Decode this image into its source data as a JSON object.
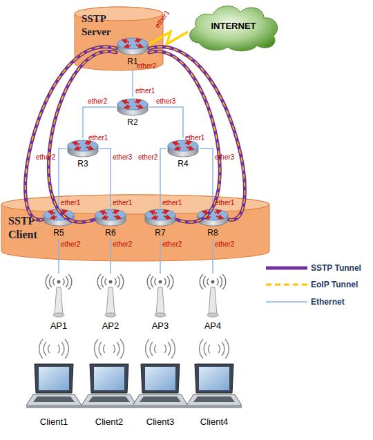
{
  "diagram": {
    "nodes": [
      {
        "text": [
          "SSTP Server"
        ]
      },
      {
        "text": [
          "R1"
        ],
        "in": 0
      },
      {
        "text": [
          "INTERNET"
        ]
      },
      {
        "text": [
          "R2"
        ]
      },
      {
        "text": [
          "R3"
        ]
      },
      {
        "text": [
          "R4"
        ]
      },
      {
        "text": [
          "SSTP Client"
        ]
      },
      {
        "text": [
          "R5"
        ],
        "in": 6
      },
      {
        "text": [
          "R6"
        ],
        "in": 6
      },
      {
        "text": [
          "R7"
        ],
        "in": 6
      },
      {
        "text": [
          "R8"
        ],
        "in": 6
      },
      {
        "text": [
          "AP1"
        ]
      },
      {
        "text": [
          "AP2"
        ]
      },
      {
        "text": [
          "AP3"
        ]
      },
      {
        "text": [
          "AP4"
        ]
      },
      {
        "text": [
          "Client1"
        ]
      },
      {
        "text": [
          "Client2"
        ]
      },
      {
        "text": [
          "Client3"
        ]
      },
      {
        "text": [
          "Client4"
        ]
      }
    ],
    "edges": [
      {
        "from": 1,
        "to": 2,
        "arrow": "none"
      },
      {
        "from": 1,
        "to": 3,
        "arrow": "none"
      },
      {
        "from": 3,
        "to": 4,
        "arrow": "none"
      },
      {
        "from": 3,
        "to": 5,
        "arrow": "none"
      },
      {
        "from": 4,
        "to": 7,
        "arrow": "none"
      },
      {
        "from": 4,
        "to": 8,
        "arrow": "none"
      },
      {
        "from": 5,
        "to": 9,
        "arrow": "none"
      },
      {
        "from": 5,
        "to": 10,
        "arrow": "none"
      },
      {
        "from": 7,
        "to": 11,
        "arrow": "none"
      },
      {
        "from": 8,
        "to": 12,
        "arrow": "none"
      },
      {
        "from": 9,
        "to": 13,
        "arrow": "none"
      },
      {
        "from": 10,
        "to": 14,
        "arrow": "none"
      },
      {
        "from": 1,
        "to": 7,
        "arrow": "none"
      },
      {
        "from": 1,
        "to": 8,
        "arrow": "none"
      },
      {
        "from": 1,
        "to": 9,
        "arrow": "none"
      },
      {
        "from": 1,
        "to": 10,
        "arrow": "none"
      }
    ],
    "labels": [
      "ether1",
      "ether2",
      "ether1",
      "ether2",
      "ether3",
      "ether1",
      "ether2",
      "ether3",
      "ether1",
      "ether2",
      "ether3",
      "ether1",
      "ether2",
      "ether1",
      "ether2",
      "ether1",
      "ether2",
      "ether1",
      "ether2"
    ],
    "legend": [
      {
        "text": "SSTP Tunnel"
      },
      {
        "text": "EoIP Tunnel"
      },
      {
        "text": "Ethernet"
      }
    ]
  }
}
